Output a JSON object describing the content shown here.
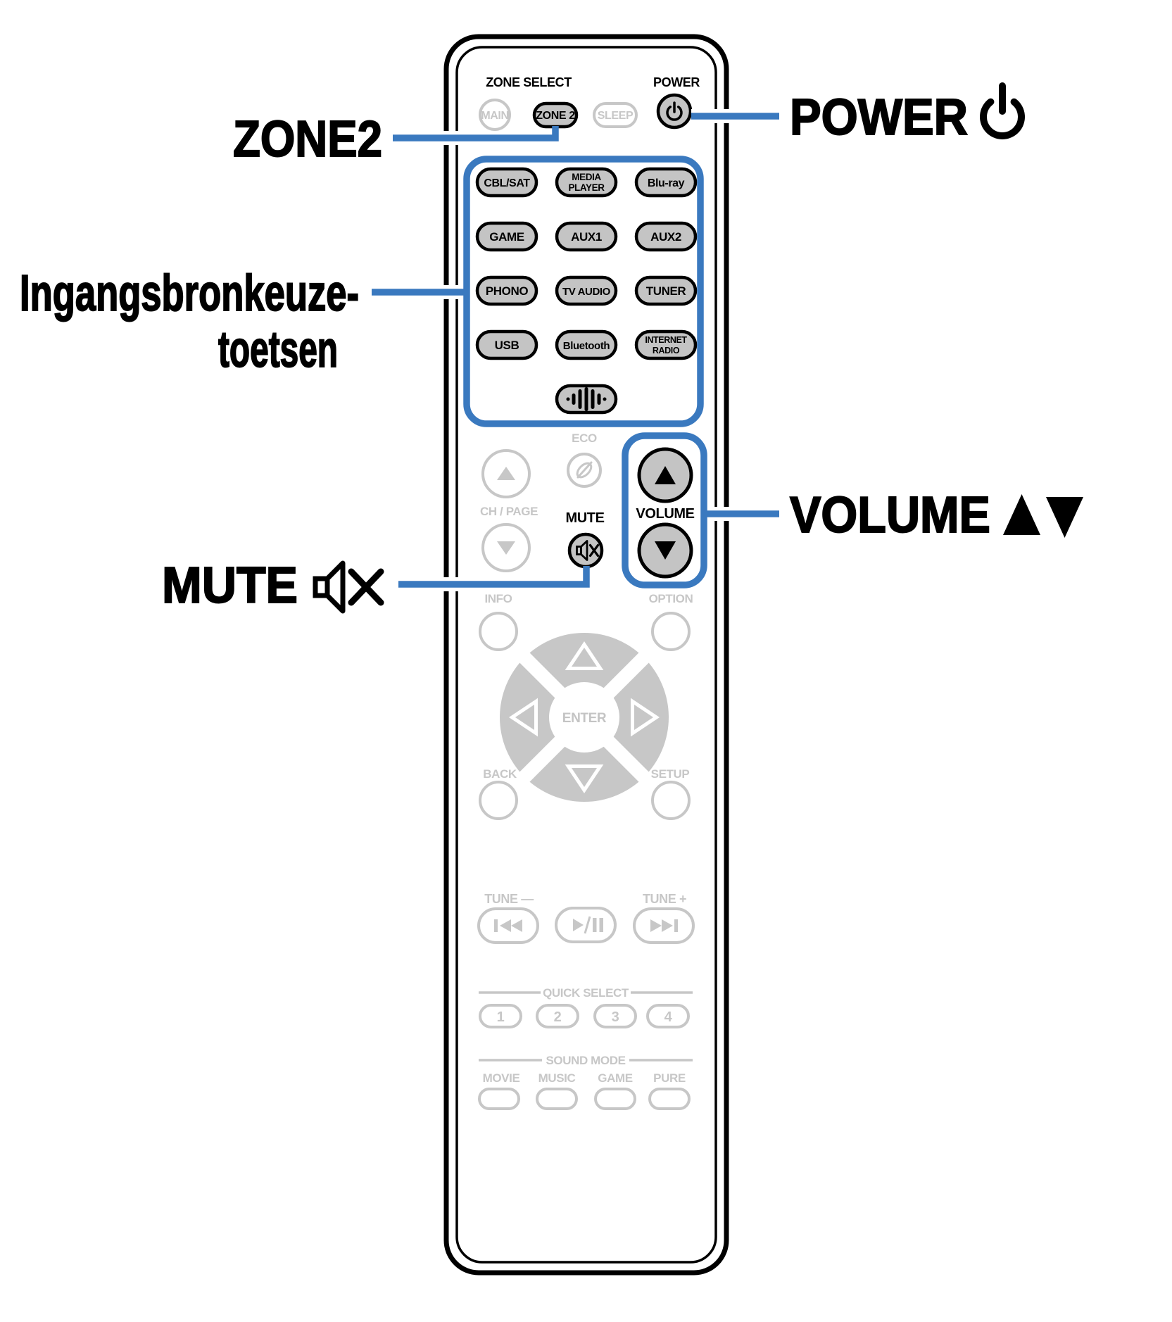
{
  "colors": {
    "accent_blue": "#3A79BF",
    "button_fill": "#C4C4C4",
    "faded_gray": "#C7C7C7",
    "outline_black": "#000000"
  },
  "callouts": {
    "zone2_label": "ZONE2",
    "power_label": "POWER",
    "input_source_label_line1": "Ingangsbronkeuze-",
    "input_source_label_line2": "toetsen",
    "mute_label": "MUTE",
    "volume_label": "VOLUME"
  },
  "remote": {
    "zone_select_header": "ZONE SELECT",
    "power_header": "POWER",
    "main_button": "MAIN",
    "zone2_button": "ZONE 2",
    "sleep_button": "SLEEP",
    "input_buttons": {
      "cbl_sat": "CBL/SAT",
      "media_player_line1": "MEDIA",
      "media_player_line2": "PLAYER",
      "blu_ray": "Blu-ray",
      "game": "GAME",
      "aux1": "AUX1",
      "aux2": "AUX2",
      "phono": "PHONO",
      "tv_audio": "TV AUDIO",
      "tuner": "TUNER",
      "usb": "USB",
      "bluetooth": "Bluetooth",
      "internet_radio_line1": "INTERNET",
      "internet_radio_line2": "RADIO"
    },
    "eco_label": "ECO",
    "ch_page_label": "CH / PAGE",
    "mute_label": "MUTE",
    "volume_label": "VOLUME",
    "info_label": "INFO",
    "option_label": "OPTION",
    "enter_label": "ENTER",
    "back_label": "BACK",
    "setup_label": "SETUP",
    "tune_minus_label": "TUNE —",
    "tune_plus_label": "TUNE +",
    "quick_select_header": "QUICK SELECT",
    "quick_select_buttons": [
      "1",
      "2",
      "3",
      "4"
    ],
    "sound_mode_header": "SOUND MODE",
    "sound_mode_labels": [
      "MOVIE",
      "MUSIC",
      "GAME",
      "PURE"
    ]
  }
}
